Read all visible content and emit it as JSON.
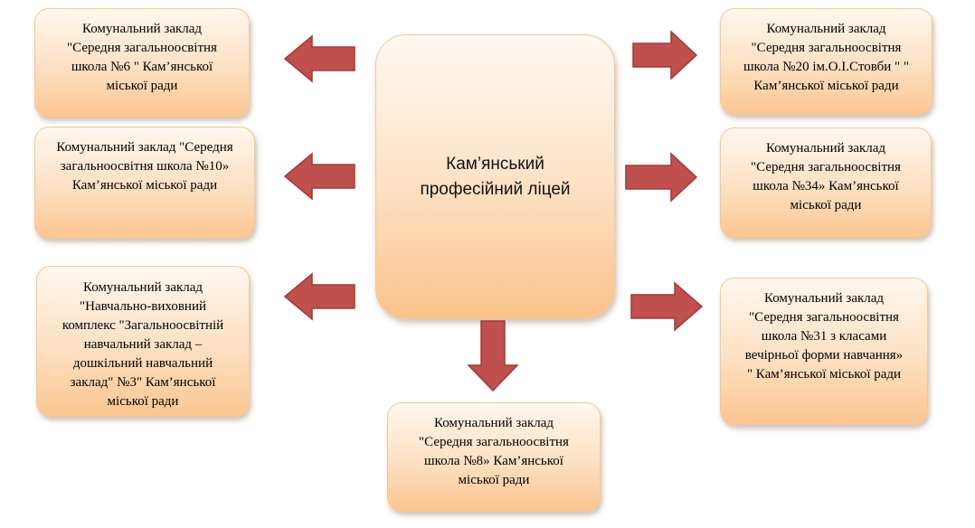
{
  "center": {
    "label": "Кам’янський\nпрофесійний  ліцей"
  },
  "schools": {
    "school_6": "Комунальний заклад\n\"Середня загальноосвітня\nшкола №6 \"  Кам’янської\nміської ради",
    "school_10": "Комунальний заклад \"Середня\nзагальноосвітня школа №10»\nКам’янської міської ради",
    "complex_3": "Комунальний заклад\n\"Навчально-виховний\nкомплекс \"Загальноосвітній\nнавчальний заклад –\nдошкільний навчальний\nзаклад\" №3\" Кам’янської\nміської ради",
    "school_8": "Комунальний заклад\n\"Середня загальноосвітня\nшкола №8» Кам’янської\nміської ради",
    "school_20": "Комунальний заклад\n\"Середня загальноосвітня\nшкола №20 ім.О.І.Стовби \" \"\nКам’янської міської ради",
    "school_34": "Комунальний заклад\n\"Середня загальноосвітня\nшкола №34» Кам’янської\nміської ради",
    "school_31": "Комунальний заклад\n\"Середня загальноосвітня\nшкола №31 з класами\nвечірньої форми навчання»\n\" Кам’янської міської ради"
  },
  "colors": {
    "arrow": "#c0504d",
    "box_top": "#fff7ee",
    "box_bottom": "#fbc690"
  }
}
